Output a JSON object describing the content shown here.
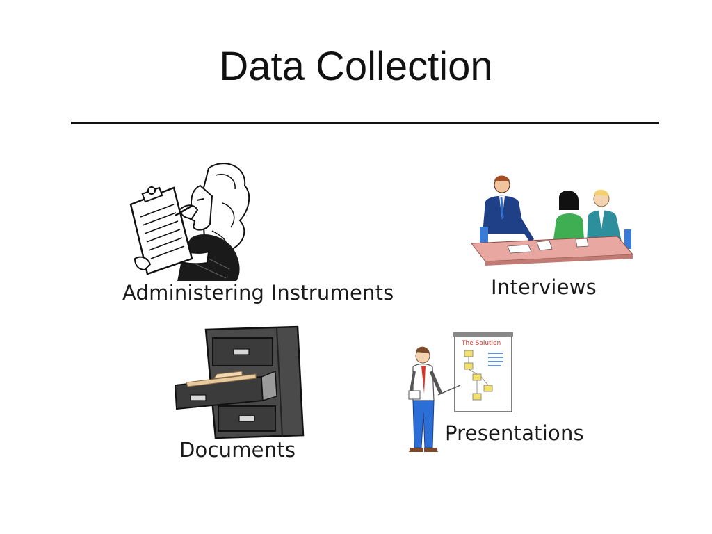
{
  "slide": {
    "title": "Data Collection",
    "items": [
      {
        "id": "administering",
        "label": "Administering Instruments",
        "icon": "clipboard-woman-icon"
      },
      {
        "id": "interviews",
        "label": "Interviews",
        "icon": "meeting-table-icon"
      },
      {
        "id": "documents",
        "label": "Documents",
        "icon": "filing-cabinet-icon"
      },
      {
        "id": "presentations",
        "label": "Presentations",
        "icon": "presenter-flipchart-icon",
        "chart_title": "The Solution"
      }
    ]
  },
  "colors": {
    "text": "#111111",
    "rule": "#111111",
    "table": "#e8a7a0",
    "cabinet": "#4a4a4a",
    "shirt_green": "#3fae52",
    "suit_blue": "#1f3f86",
    "pants_blue": "#2b6fd6",
    "tie_red": "#d8362c",
    "box_yellow": "#f2e06a"
  }
}
